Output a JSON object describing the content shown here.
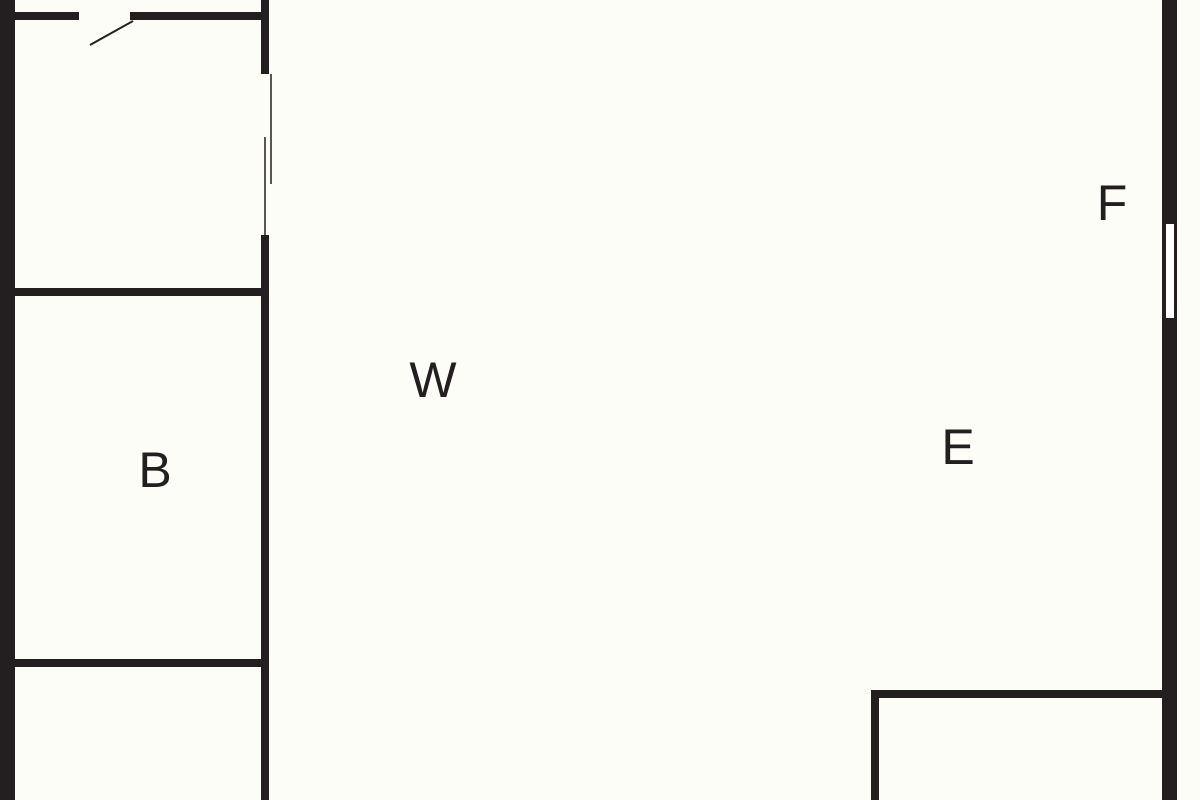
{
  "floorplan": {
    "rooms": [
      {
        "id": "W",
        "label": "W"
      },
      {
        "id": "B",
        "label": "B"
      },
      {
        "id": "E",
        "label": "E"
      },
      {
        "id": "F",
        "label": "F"
      }
    ],
    "colors": {
      "wall": "#231f20",
      "background": "#fdfdf8"
    }
  }
}
